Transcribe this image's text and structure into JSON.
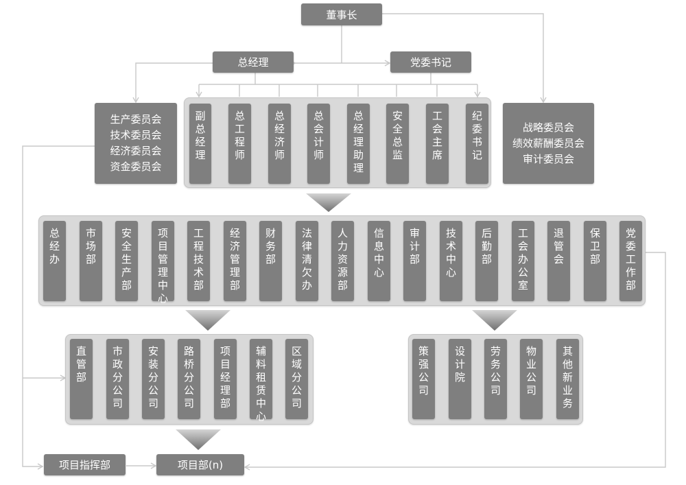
{
  "chairman": "董事长",
  "general_manager": "总经理",
  "party_secretary": "党委书记",
  "left_committees": [
    "生产委员会",
    "技术委员会",
    "经济委员会",
    "资金委员会"
  ],
  "right_committees": [
    "战略委员会",
    "绩效薪酬委员会",
    "审计委员会"
  ],
  "executives": [
    "副总经理",
    "总工程师",
    "总经济师",
    "总会计师",
    "总经理助理",
    "安全总监",
    "工会主席",
    "纪委书记"
  ],
  "departments": [
    "总经办",
    "市场部",
    "安全生产部",
    "项目管理中心",
    "工程技术部",
    "经济管理部",
    "财务部",
    "法律清欠办",
    "人力资源部",
    "信息中心",
    "审计部",
    "技术中心",
    "后勤部",
    "工会办公室",
    "退管会",
    "保卫部",
    "党委工作部"
  ],
  "branches": [
    "直管部",
    "市政分公司",
    "安装分公司",
    "路桥分公司",
    "项目经理部",
    "辅料租赁中心",
    "区域分公司"
  ],
  "subsidiaries": [
    "策强公司",
    "设计院",
    "劳务公司",
    "物业公司",
    "其他新业务"
  ],
  "project_command": "项目指挥部",
  "project_dept": "项目部(n)",
  "colors": {
    "box": "#7f7f7f",
    "panel": "#d9d9d9",
    "line": "#c8c8c8",
    "text": "#ffffff"
  }
}
